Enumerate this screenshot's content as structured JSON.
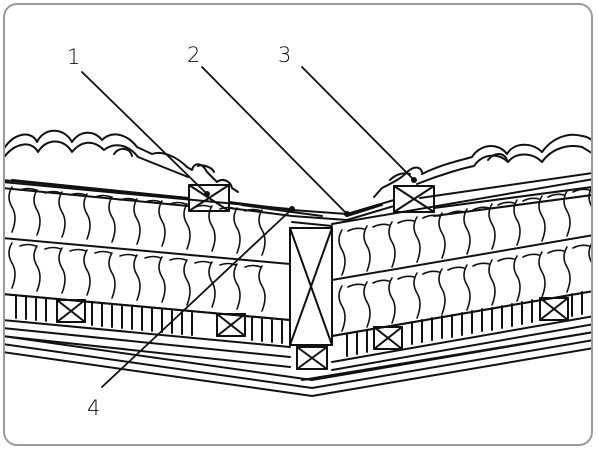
{
  "callouts": [
    {
      "id": "1",
      "label": "1"
    },
    {
      "id": "2",
      "label": "2"
    },
    {
      "id": "3",
      "label": "3"
    },
    {
      "id": "4",
      "label": "4"
    }
  ],
  "colors": {
    "frame": "#9a9a9a",
    "ink": "#111111",
    "background": "#ffffff"
  }
}
